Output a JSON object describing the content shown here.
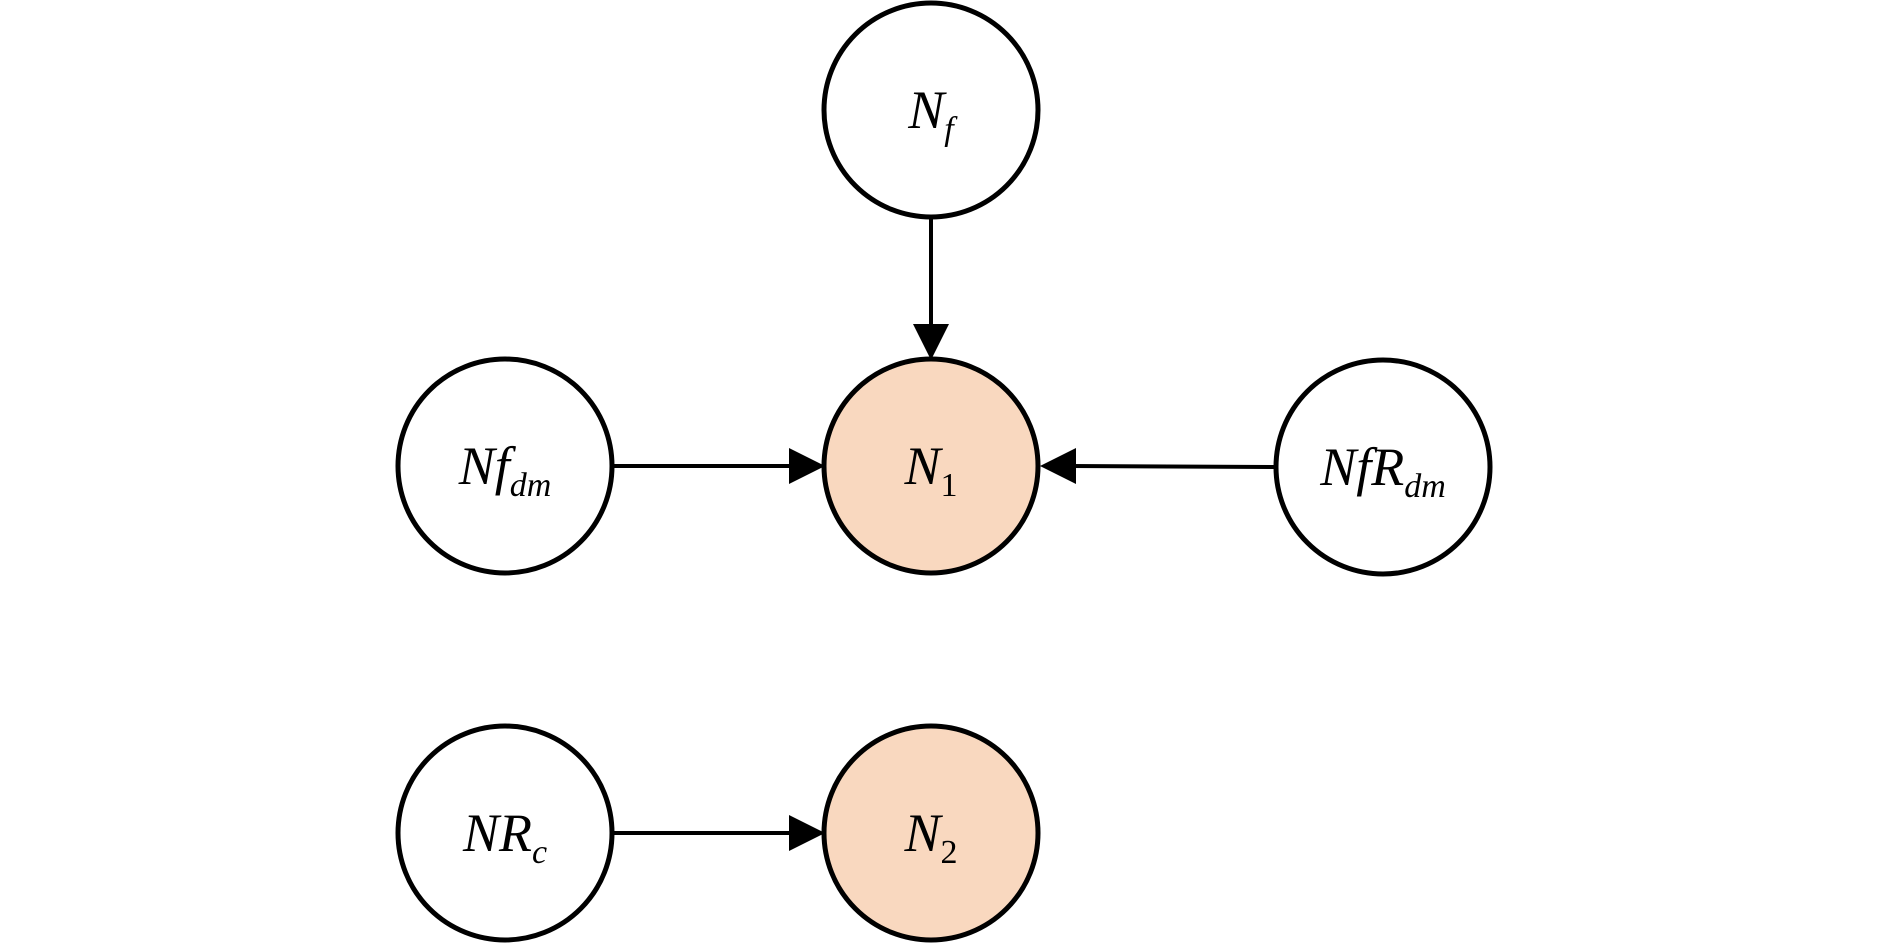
{
  "colors": {
    "stroke": "#000000",
    "node_fill": "#ffffff",
    "output_fill": "#f9d8bf",
    "background": "#ffffff"
  },
  "nodes": {
    "nf": {
      "main": "N",
      "sub": "f"
    },
    "nfdm": {
      "main": "Nf",
      "sub": "dm"
    },
    "n1": {
      "main": "N",
      "sub": "1"
    },
    "nfrdm": {
      "main": "NfR",
      "sub": "dm"
    },
    "nrc": {
      "main": "NR",
      "sub": "c"
    },
    "n2": {
      "main": "N",
      "sub": "2"
    }
  },
  "edges": [
    {
      "from": "nf",
      "to": "n1"
    },
    {
      "from": "nfdm",
      "to": "n1"
    },
    {
      "from": "nfrdm",
      "to": "n1"
    },
    {
      "from": "nrc",
      "to": "n2"
    }
  ]
}
